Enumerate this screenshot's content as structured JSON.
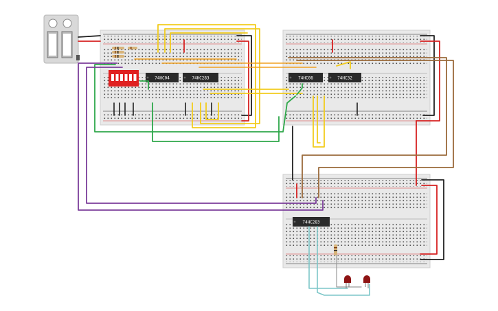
{
  "canvas": {
    "background": "#ffffff"
  },
  "colors": {
    "breadboard": "#e9e9e9",
    "breadboard_edge": "#cfcfcf",
    "hole": "#4a4a4a",
    "rail_red": "#d32f2f",
    "rail_blue": "#1f1f1f",
    "chip": "#2a2a2a",
    "dip_switch": "#e02020",
    "battery_case": "#d6d6d6",
    "wire_black": "#202020",
    "wire_red": "#d62020",
    "wire_yellow": "#f2cc1c",
    "wire_green": "#2ea84a",
    "wire_purple": "#7b3d9a",
    "wire_brown": "#9a6a3a",
    "wire_cyan": "#7cc6c8",
    "wire_orange": "#f0a020",
    "led": "#8e1414",
    "resistor": "#d8b47a"
  },
  "chips": [
    {
      "id": "u1",
      "label": "74HC04"
    },
    {
      "id": "u2",
      "label": "74HC283"
    },
    {
      "id": "u3",
      "label": "74HC08"
    },
    {
      "id": "u4",
      "label": "74HC32"
    },
    {
      "id": "u5",
      "label": "74HC283"
    }
  ],
  "components": {
    "power_supply": {
      "icon": "battery-pack-icon"
    },
    "dip_switch": {
      "icon": "dip-switch-icon",
      "positions": 6
    },
    "leds": [
      {
        "id": "led1",
        "color_name": "red"
      },
      {
        "id": "led2",
        "color_name": "red"
      }
    ],
    "resistors": [
      {
        "id": "r1"
      },
      {
        "id": "r2"
      },
      {
        "id": "r3"
      },
      {
        "id": "r4"
      },
      {
        "id": "r5"
      }
    ]
  }
}
